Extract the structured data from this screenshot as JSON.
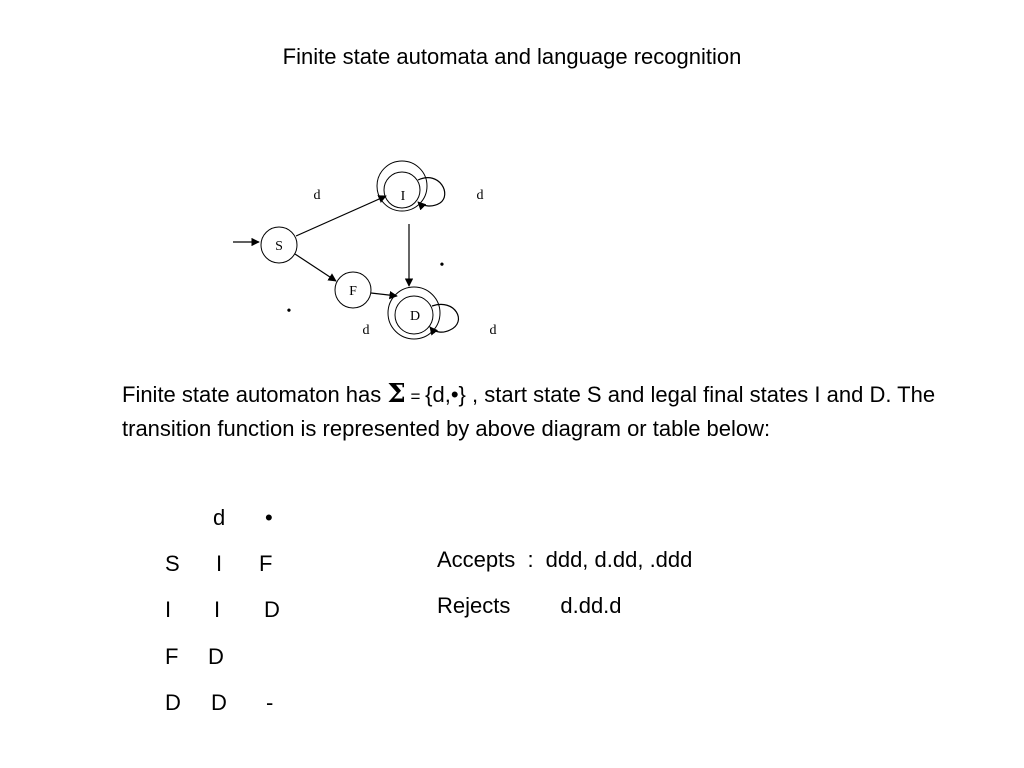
{
  "title": "Finite state automata and language recognition",
  "diagram": {
    "states": {
      "S": "S",
      "I": "I",
      "F": "F",
      "D": "D"
    },
    "edge_labels": {
      "s_to_i": "d",
      "i_loop": "d",
      "i_to_d": "•",
      "s_to_f": "•",
      "f_to_d": "d",
      "d_loop": "d"
    }
  },
  "description": {
    "prefix": "Finite state automaton has ",
    "sigma": "Σ",
    "alphabet": " = ",
    "rest": "{d,•} , start state S and legal final states I and D.  The transition function is represented by above diagram or table below:"
  },
  "table": {
    "header": [
      "d",
      "•"
    ],
    "rows": [
      {
        "state": "S",
        "d": "I",
        "dot": "F"
      },
      {
        "state": "I",
        "d": "I",
        "dot": "D"
      },
      {
        "state": "F",
        "d": "D",
        "dot": ""
      },
      {
        "state": "D",
        "d": "D",
        "dot": "-"
      }
    ]
  },
  "accepts": {
    "label": "Accepts  :",
    "value": "ddd, d.dd, .ddd"
  },
  "rejects": {
    "label": "Rejects",
    "value": "d.dd.d"
  }
}
